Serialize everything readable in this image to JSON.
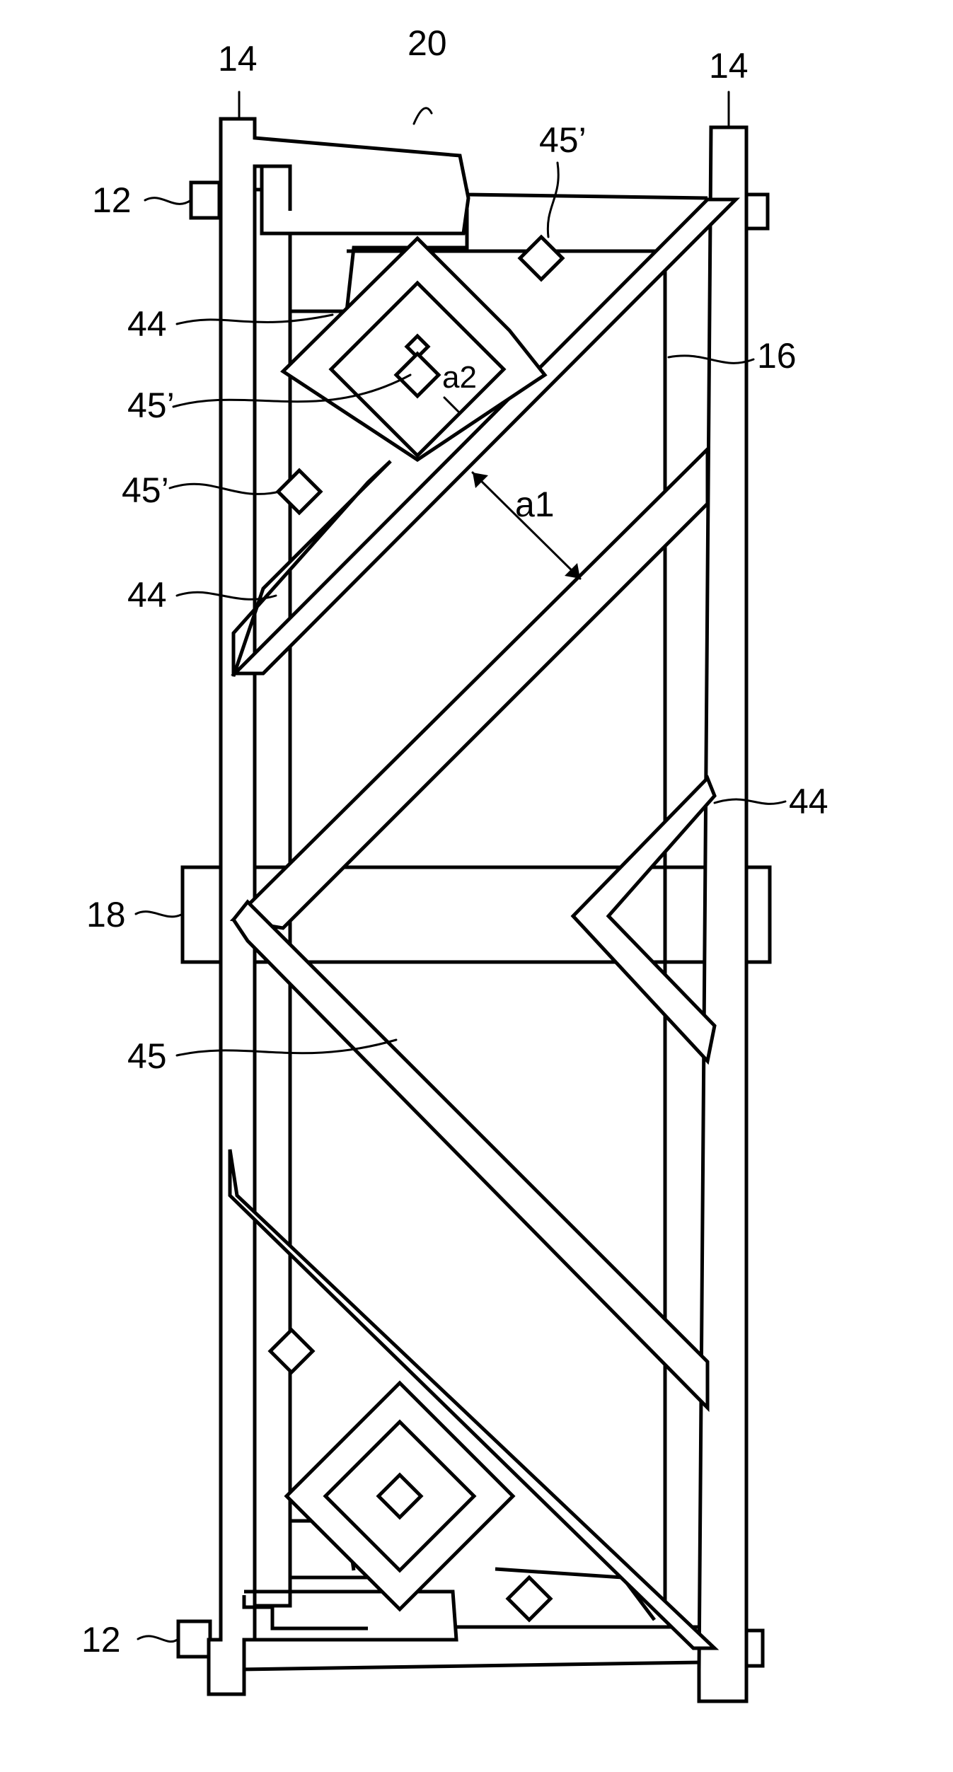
{
  "figure": {
    "labels": {
      "ref_20": "20",
      "ref_14_left": "14",
      "ref_14_right": "14",
      "ref_12_top": "12",
      "ref_12_bottom": "12",
      "ref_16": "16",
      "ref_18": "18",
      "ref_44_a": "44",
      "ref_44_b": "44",
      "ref_44_c": "44",
      "ref_45": "45",
      "ref_45p_top": "45’",
      "ref_45p_mid": "45’",
      "ref_45p_left": "45’",
      "ref_a1": "a1",
      "ref_a2": "a2"
    }
  }
}
